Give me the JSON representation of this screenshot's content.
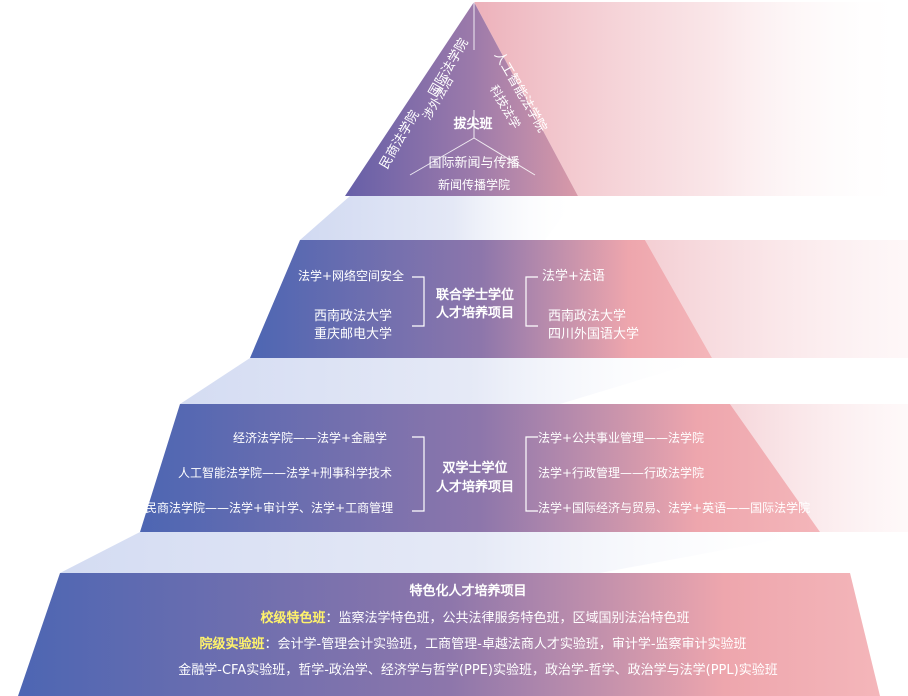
{
  "colors": {
    "blue": "#4f67b4",
    "purple": "#8a73a8",
    "pink": "#f0a7ad",
    "highlight": "#fff36b"
  },
  "top": {
    "title": "拔尖班",
    "left_outer": "民商法学院",
    "left_inner": "国际法学院",
    "left_sub": "涉外法治",
    "right_outer": "人工智能法学院",
    "right_sub": "科技法学",
    "bottom_line1": "国际新闻与传播",
    "bottom_line2": "新闻传播学院"
  },
  "tier2": {
    "title_line1": "联合学士学位",
    "title_line2": "人才培养项目",
    "left_top": "法学+网络空间安全",
    "left_bottom_1": "西南政法大学",
    "left_bottom_2": "重庆邮电大学",
    "right_top": "法学+法语",
    "right_bottom_1": "西南政法大学",
    "right_bottom_2": "四川外国语大学"
  },
  "tier3": {
    "title_line1": "双学士学位",
    "title_line2": "人才培养项目",
    "left": [
      "经济法学院——法学+金融学",
      "人工智能法学院——法学+刑事科学技术",
      "民商法学院——法学+审计学、法学+工商管理"
    ],
    "right": [
      "法学+公共事业管理——法学院",
      "法学+行政管理——行政法学院",
      "法学+国际经济与贸易、法学+英语——国际法学院"
    ]
  },
  "tier4": {
    "title": "特色化人才培养项目",
    "school_label": "校级特色班",
    "school_text": "：监察法学特色班，公共法律服务特色班，区域国别法治特色班",
    "college_label": "院级实验班",
    "college_text": "：会计学-管理会计实验班，工商管理-卓越法商人才实验班，审计学-监察审计实验班",
    "line4": "金融学-CFA实验班，哲学-政治学、经济学与哲学(PPE)实验班，政治学-哲学、政治学与法学(PPL)实验班"
  }
}
